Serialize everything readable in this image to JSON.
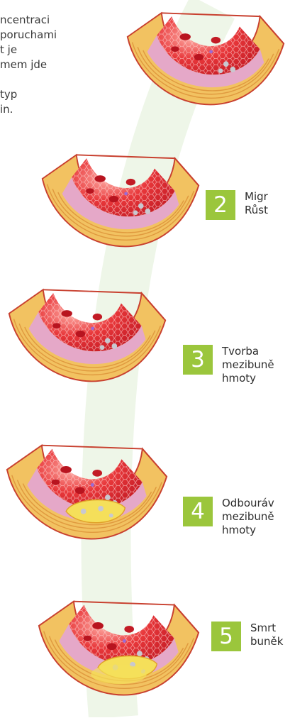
{
  "intro_lines": [
    "ncentraci",
    "poruchami",
    "t je",
    "mem jde",
    "",
    "typ",
    "in."
  ],
  "stages": [
    {
      "number": "2",
      "lines": [
        "Migr",
        "Růst"
      ]
    },
    {
      "number": "3",
      "lines": [
        "Tvorba",
        "mezibuně",
        "hmoty"
      ]
    },
    {
      "number": "4",
      "lines": [
        "Odbouráv",
        "mezibuně",
        "hmoty"
      ]
    },
    {
      "number": "5",
      "lines": [
        "Smrt",
        "buněk"
      ]
    }
  ],
  "colors": {
    "badge": "#9bc63c",
    "vessel_outer": "#f2c261",
    "lumen": "#e8373a",
    "intima": "#e5a8c8",
    "plaque": "#f5df5a",
    "background_curve": "#eef6e8"
  }
}
